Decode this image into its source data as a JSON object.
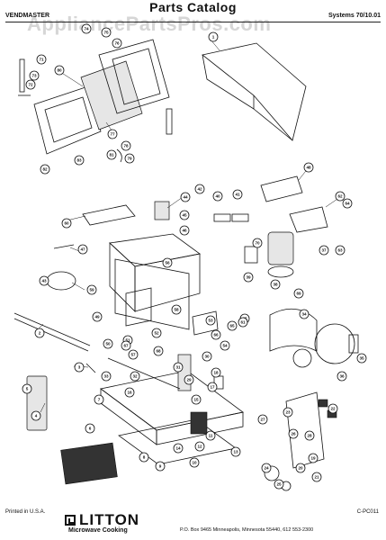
{
  "header": {
    "title": "Parts Catalog",
    "left_label": "VENDMASTER",
    "right_label": "Systems 70/10.01",
    "watermark": "AppliancePartsPros.com"
  },
  "diagram": {
    "callouts": [
      "1",
      "2",
      "3",
      "4",
      "5",
      "6",
      "7",
      "8",
      "9",
      "10",
      "11",
      "12",
      "13",
      "14",
      "15",
      "16",
      "17",
      "18",
      "19",
      "20",
      "21",
      "22",
      "23",
      "24",
      "25",
      "26",
      "27",
      "28",
      "29",
      "30",
      "31",
      "32",
      "33",
      "34",
      "35",
      "36",
      "37",
      "38",
      "39",
      "40",
      "41",
      "42",
      "43",
      "44",
      "45",
      "46",
      "47",
      "48",
      "49",
      "50",
      "51",
      "52",
      "53",
      "54",
      "55",
      "56",
      "57",
      "58",
      "59",
      "60",
      "61",
      "62",
      "63",
      "64",
      "65",
      "66",
      "67",
      "68",
      "69",
      "70",
      "71",
      "72",
      "73",
      "74",
      "75",
      "76",
      "77",
      "78",
      "79",
      "80",
      "81",
      "82",
      "83"
    ]
  },
  "footer": {
    "printed": "Printed in U.S.A.",
    "code": "C-PC011",
    "brand_name": "LITTON",
    "brand_sub": "Microwave Cooking",
    "address": "P.O. Box 9465   Minneapolis, Minnesota 55440, 612 553-2300"
  }
}
